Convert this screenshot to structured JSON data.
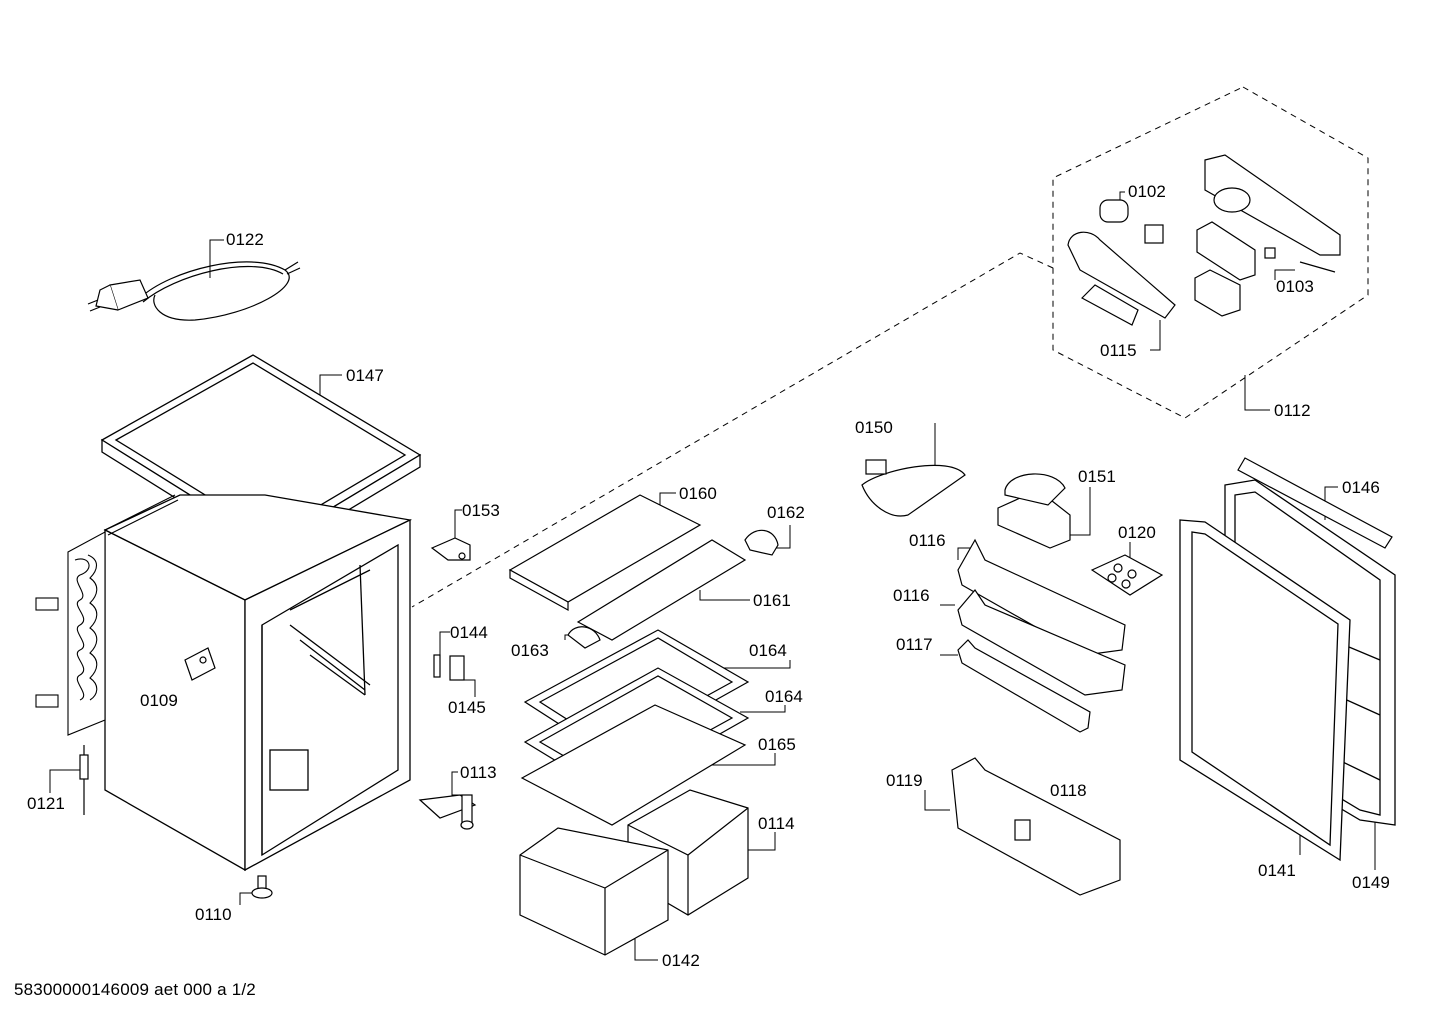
{
  "diagram": {
    "document_id": "58300000146009 aet 000 a 1/2",
    "parts": {
      "p0122": "0122",
      "p0147": "0147",
      "p0109": "0109",
      "p0121": "0121",
      "p0110": "0110",
      "p0153": "0153",
      "p0144": "0144",
      "p0145": "0145",
      "p0113": "0113",
      "p0160": "0160",
      "p0162": "0162",
      "p0161": "0161",
      "p0163": "0163",
      "p0164a": "0164",
      "p0164b": "0164",
      "p0165": "0165",
      "p0114": "0114",
      "p0142": "0142",
      "p0150": "0150",
      "p0151": "0151",
      "p0120": "0120",
      "p0116a": "0116",
      "p0116b": "0116",
      "p0117": "0117",
      "p0119": "0119",
      "p0118": "0118",
      "p0146": "0146",
      "p0141": "0141",
      "p0149": "0149",
      "p0102": "0102",
      "p0103": "0103",
      "p0115": "0115",
      "p0112": "0112"
    }
  }
}
